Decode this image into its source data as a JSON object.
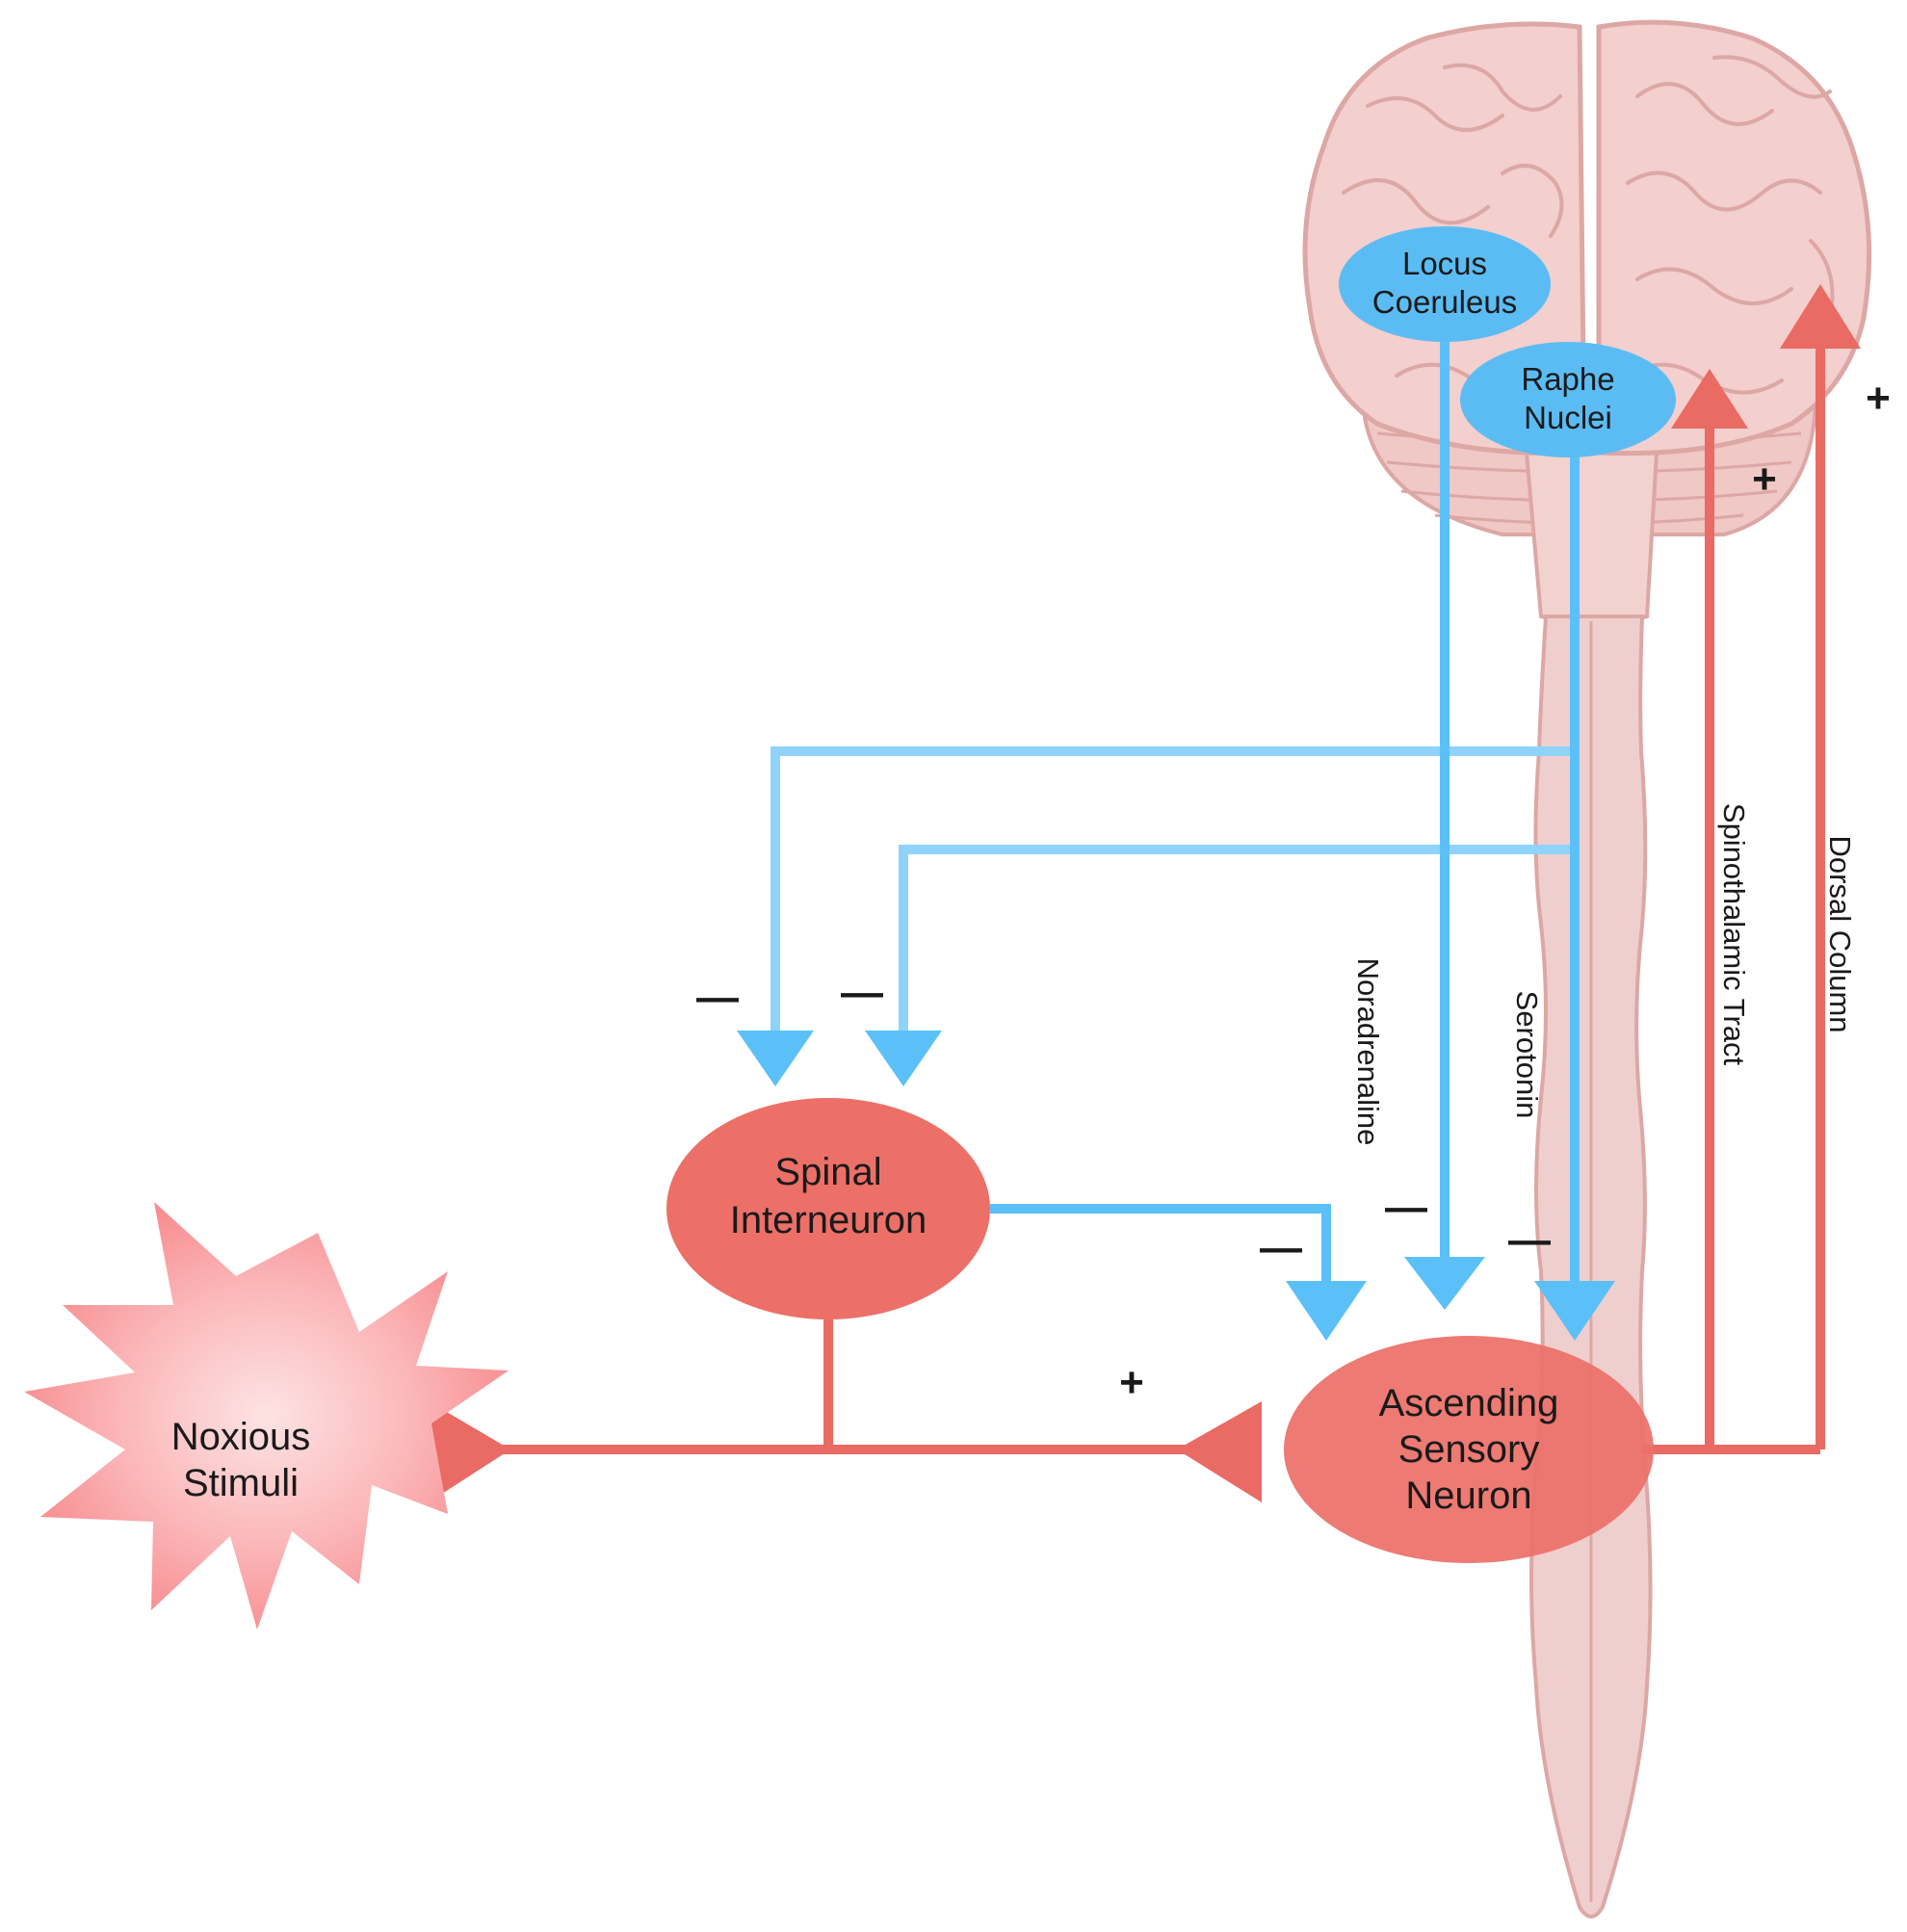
{
  "colors": {
    "inhibitory": "#5bc0f8",
    "inhibitory_light": "#8fd3fb",
    "excitatory": "#ea6a64",
    "neuron_fill": "#ec7068",
    "brain_fill": "#f3cfcd",
    "brain_line": "#dca7a4",
    "cord_fill": "#efcfcd",
    "nucleus_fill": "#5bbcf4",
    "stimulus_fill": "#f9a4a6"
  },
  "icons": {
    "brain": "brain-icon",
    "spinal_cord": "spinal-cord-icon",
    "stimulus": "starburst-icon"
  },
  "nodes": {
    "locus_coeruleus": [
      "Locus",
      "Coeruleus"
    ],
    "raphe_nuclei": [
      "Raphe",
      "Nuclei"
    ],
    "spinal_interneuron": [
      "Spinal",
      "Interneuron"
    ],
    "ascending_sensory_neuron": [
      "Ascending",
      "Sensory",
      "Neuron"
    ],
    "noxious_stimuli": [
      "Noxious",
      "Stimuli"
    ]
  },
  "pathways": {
    "noradrenaline": "Noradrenaline",
    "serotonin": "Serotonin",
    "spinothalamic_tract": "Spinothalamic Tract",
    "dorsal_column": "Dorsal Column"
  },
  "signs": {
    "inhibit": "—",
    "excite": "+"
  }
}
